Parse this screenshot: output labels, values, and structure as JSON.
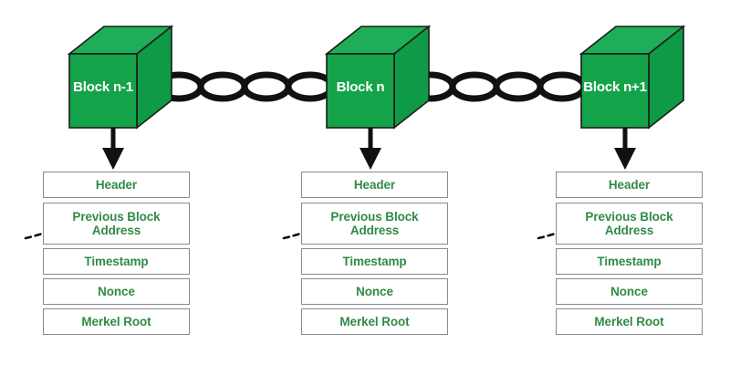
{
  "diagram": {
    "title": "Blockchain block structure chain",
    "colors": {
      "cube_front": "#15a34a",
      "cube_top": "#1eae57",
      "cube_right": "#0f9a45",
      "cube_stroke": "#1b1b1b",
      "box_border": "#8a8a8a",
      "box_text": "#2f8b46",
      "arrow": "#111111",
      "chain": "#111111",
      "background": "#ffffff"
    },
    "blocks": [
      {
        "id": "block-n-minus-1",
        "cube_label": "Block n-1",
        "fields": [
          {
            "name": "header",
            "lines": [
              "Header"
            ]
          },
          {
            "name": "previous-block-address",
            "lines": [
              "Previous Block",
              "Address"
            ]
          },
          {
            "name": "timestamp",
            "lines": [
              "Timestamp"
            ]
          },
          {
            "name": "nonce",
            "lines": [
              "Nonce"
            ]
          },
          {
            "name": "merkel-root",
            "lines": [
              "Merkel Root"
            ]
          }
        ]
      },
      {
        "id": "block-n",
        "cube_label": "Block n",
        "fields": [
          {
            "name": "header",
            "lines": [
              "Header"
            ]
          },
          {
            "name": "previous-block-address",
            "lines": [
              "Previous Block",
              "Address"
            ]
          },
          {
            "name": "timestamp",
            "lines": [
              "Timestamp"
            ]
          },
          {
            "name": "nonce",
            "lines": [
              "Nonce"
            ]
          },
          {
            "name": "merkel-root",
            "lines": [
              "Merkel Root"
            ]
          }
        ]
      },
      {
        "id": "block-n-plus-1",
        "cube_label": "Block n+1",
        "fields": [
          {
            "name": "header",
            "lines": [
              "Header"
            ]
          },
          {
            "name": "previous-block-address",
            "lines": [
              "Previous Block",
              "Address"
            ]
          },
          {
            "name": "timestamp",
            "lines": [
              "Timestamp"
            ]
          },
          {
            "name": "nonce",
            "lines": [
              "Nonce"
            ]
          },
          {
            "name": "merkel-root",
            "lines": [
              "Merkel Root"
            ]
          }
        ]
      }
    ],
    "connectors": {
      "chain_link_icon": "chain-link-icon",
      "down_arrow_icon": "down-arrow-icon",
      "dashed_link_arrow_icon": "dashed-curved-arrow-icon",
      "chain_segments": 2,
      "links_per_segment": 5
    }
  }
}
